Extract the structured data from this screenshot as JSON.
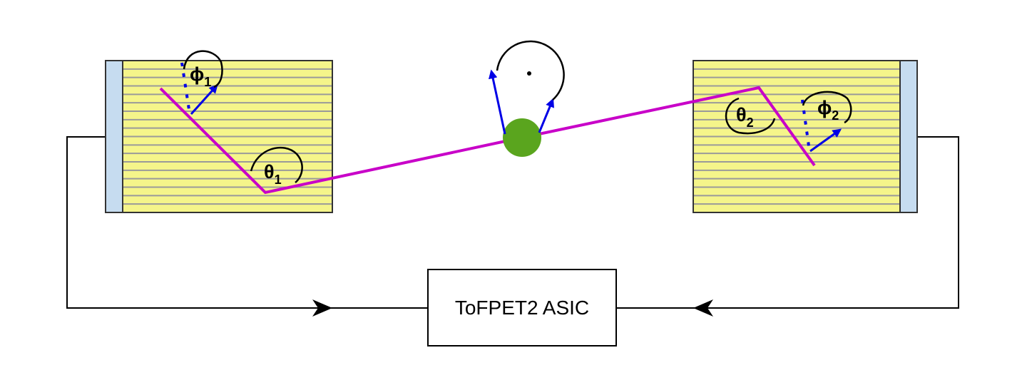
{
  "asic": {
    "label": "ToFPET2 ASIC"
  },
  "angles": {
    "theta1": {
      "base": "θ",
      "sub": "1"
    },
    "theta2": {
      "base": "θ",
      "sub": "2"
    },
    "phi1": {
      "base": "ϕ",
      "sub": "1"
    },
    "phi2": {
      "base": "ϕ",
      "sub": "2"
    }
  },
  "colors": {
    "crystal_fill": "#f5f58a",
    "crystal_lines": "#9a9a9a",
    "sipm_fill": "#c6dcf0",
    "gamma_path": "#c800c8",
    "polarization_arrow": "#0000e6",
    "source": "#5aa51e",
    "wire": "#000000"
  }
}
